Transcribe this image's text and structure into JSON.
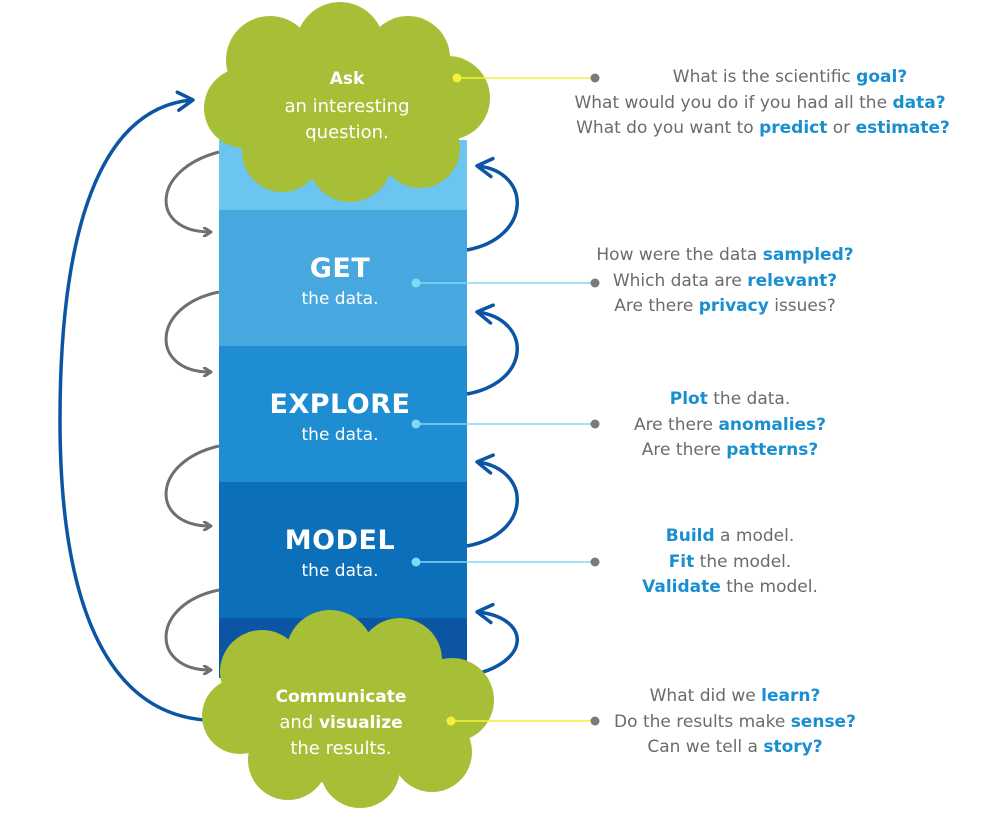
{
  "colors": {
    "cloud": "#a7bf37",
    "ask_band": "#6cc5f0",
    "get_band": "#46a8df",
    "explore_band": "#1e8dd2",
    "model_band": "#0c6fb9",
    "communicate_band": "#0b55a4",
    "keyword": "#1a8fd0",
    "question_text": "#6b6b6b",
    "forward_arrow": "#6f6f6f",
    "back_arrow": "#0b55a4",
    "cloud_dot": "#f2f23a",
    "stage_dot": "#7ed8f6"
  },
  "ask": {
    "title": "Ask",
    "line1": "an interesting",
    "line2": "question."
  },
  "get": {
    "title": "GET",
    "sub": "the data."
  },
  "explore": {
    "title": "EXPLORE",
    "sub": "the data."
  },
  "model": {
    "title": "MODEL",
    "sub": "the data."
  },
  "communicate": {
    "word1": "Communicate",
    "word2a": "and",
    "word2b": "visualize",
    "line3": "the results."
  },
  "questions": {
    "ask": [
      {
        "plain": "What is the scientific ",
        "key": "goal?",
        "tail": ""
      },
      {
        "plain": "What would you do if you had all the ",
        "key": "data?",
        "tail": ""
      },
      {
        "plain": "What do you want to ",
        "key": "predict",
        "mid": " or ",
        "key2": "estimate?"
      }
    ],
    "get": [
      {
        "plain": "How were the data ",
        "key": "sampled?",
        "tail": ""
      },
      {
        "plain": "Which data are ",
        "key": "relevant?",
        "tail": ""
      },
      {
        "plain": "Are there ",
        "key": "privacy",
        "tail": " issues?"
      }
    ],
    "explore": [
      {
        "plain": "",
        "key": "Plot",
        "tail": " the data."
      },
      {
        "plain": "Are there ",
        "key": "anomalies?",
        "tail": ""
      },
      {
        "plain": "Are there ",
        "key": "patterns?",
        "tail": ""
      }
    ],
    "model": [
      {
        "plain": "",
        "key": "Build",
        "tail": " a model."
      },
      {
        "plain": "",
        "key": "Fit",
        "tail": " the model."
      },
      {
        "plain": "",
        "key": "Validate",
        "tail": " the model."
      }
    ],
    "communicate": [
      {
        "plain": "What did we ",
        "key": "learn?",
        "tail": ""
      },
      {
        "plain": "Do the results make ",
        "key": "sense?",
        "tail": ""
      },
      {
        "plain": "Can we tell a ",
        "key": "story?",
        "tail": ""
      }
    ]
  }
}
